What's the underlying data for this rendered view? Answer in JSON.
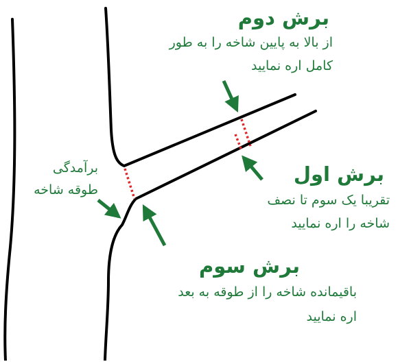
{
  "colors": {
    "text": "#1f7a3a",
    "arrow": "#1f7a3a",
    "outline": "#000000",
    "cut_line": "#e0262a",
    "background": "#ffffff"
  },
  "cut_two": {
    "title": "برش دوم",
    "line1": "از بالا به پایین شاخه را به طور",
    "line2": "کامل اره نمایید"
  },
  "cut_one": {
    "title": "برش اول",
    "line1": "تقریبا یک سوم تا نصف",
    "line2": "شاخه را اره نمایید"
  },
  "cut_three": {
    "title": "برش سوم",
    "line1": "باقیمانده شاخه را از طوقه به بعد",
    "line2": "اره نمایید"
  },
  "collar": {
    "line1": "برآمدگی",
    "line2": "طوقه شاخه"
  }
}
